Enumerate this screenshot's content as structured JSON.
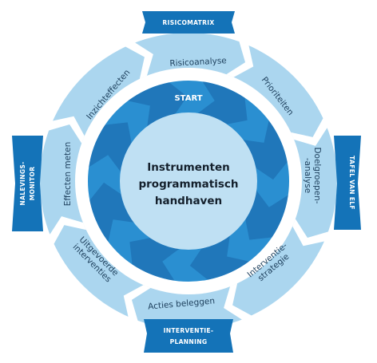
{
  "center": {
    "line1": "Instrumenten",
    "line2": "programmatisch",
    "line3": "handhaven"
  },
  "start_label": "START",
  "steps": [
    {
      "lines": [
        "Risicoanalyse"
      ]
    },
    {
      "lines": [
        "Prioriteiten"
      ]
    },
    {
      "lines": [
        "Doelgroepen-",
        "-analyse"
      ]
    },
    {
      "lines": [
        "Interventie-",
        "strategie"
      ]
    },
    {
      "lines": [
        "Acties beleggen"
      ]
    },
    {
      "lines": [
        "Uitgevoerde",
        "interventies"
      ]
    },
    {
      "lines": [
        "Effecten meten"
      ]
    },
    {
      "lines": [
        "Inzichteffecten"
      ]
    }
  ],
  "tabs": {
    "top": {
      "lines": [
        "RISICOMATRIX"
      ]
    },
    "right": {
      "lines": [
        "TAFEL VAN ELF"
      ]
    },
    "bottom": {
      "lines": [
        "INTERVENTIE-",
        "PLANNING"
      ]
    },
    "left": {
      "lines": [
        "NALEVINGS-",
        "MONITOR"
      ]
    }
  },
  "colors": {
    "outer_ring": "#abd6ef",
    "middle_ring": "#ffffff",
    "inner_ring": "#2a8fd1",
    "inner_arrow": "#1d6fb2",
    "center_disc": "#bfe0f3",
    "tab": "#1473b8",
    "text_dark": "#1d3f5c"
  }
}
